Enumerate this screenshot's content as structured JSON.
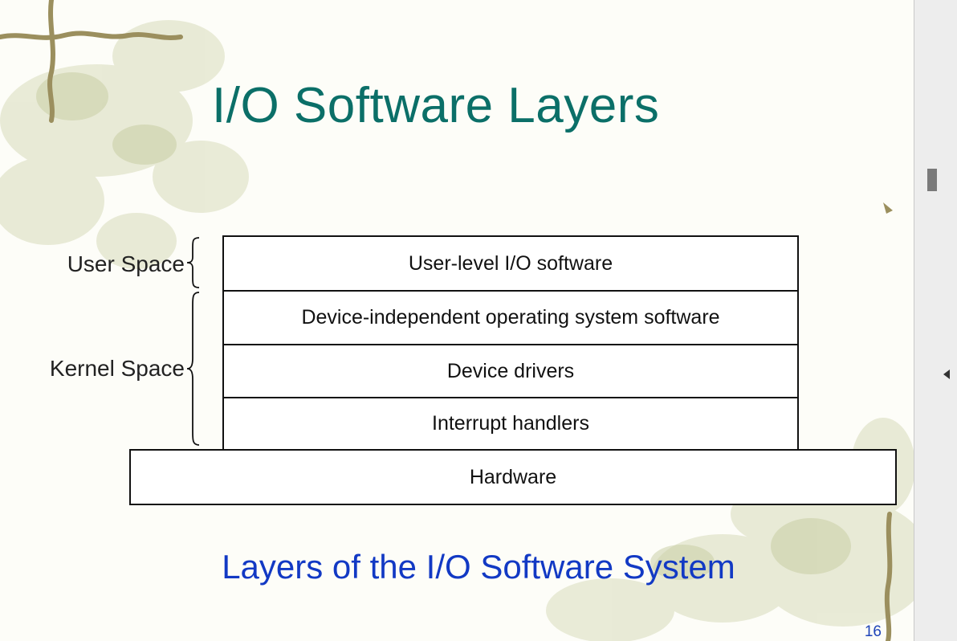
{
  "slide": {
    "title": "I/O Software Layers",
    "caption": "Layers of the I/O Software System",
    "number": "16"
  },
  "diagram": {
    "space_labels": {
      "user": "User Space",
      "kernel": "Kernel Space"
    },
    "layers": [
      "User-level I/O software",
      "Device-independent operating system software",
      "Device drivers",
      "Interrupt handlers"
    ],
    "hardware": "Hardware"
  },
  "theme": {
    "title_color": "#0b6f68",
    "caption_color": "#1239c4",
    "number_color": "#1f44b8"
  }
}
